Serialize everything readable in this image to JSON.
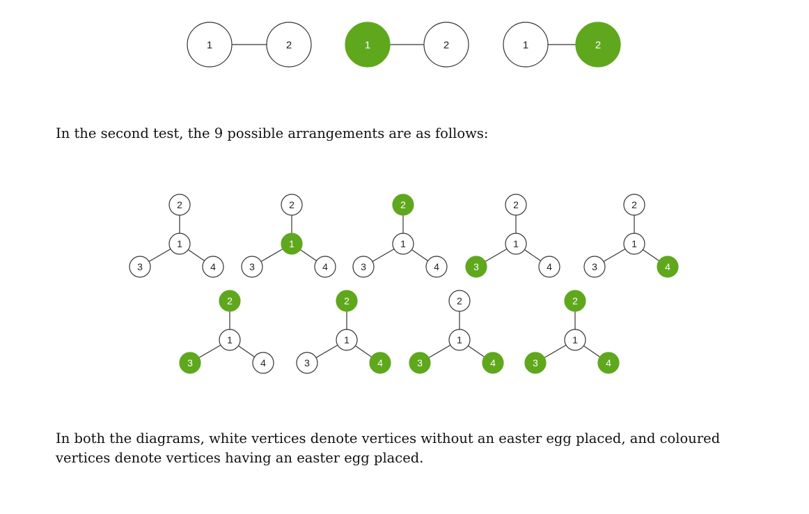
{
  "paragraphs": {
    "second_test_intro": "In the second test, the 9 possible arrangements are as follows:",
    "legend_note": "In both the diagrams, white vertices denote vertices without an easter egg placed, and coloured vertices denote vertices having an easter egg placed."
  },
  "colors": {
    "egg": "#5fa81d",
    "empty": "#ffffff",
    "stroke": "#333333",
    "egg_text": "#ffffff",
    "empty_text": "#222222"
  },
  "test1": {
    "edge": [
      1,
      2
    ],
    "arrangements": [
      {
        "colored": []
      },
      {
        "colored": [
          1
        ]
      },
      {
        "colored": [
          2
        ]
      }
    ]
  },
  "test2": {
    "edges": [
      [
        1,
        2
      ],
      [
        1,
        3
      ],
      [
        1,
        4
      ]
    ],
    "arrangements": [
      {
        "colored": []
      },
      {
        "colored": [
          1
        ]
      },
      {
        "colored": [
          2
        ]
      },
      {
        "colored": [
          3
        ]
      },
      {
        "colored": [
          4
        ]
      },
      {
        "colored": [
          2,
          3
        ]
      },
      {
        "colored": [
          2,
          4
        ]
      },
      {
        "colored": [
          3,
          4
        ]
      },
      {
        "colored": [
          2,
          3,
          4
        ]
      }
    ]
  }
}
